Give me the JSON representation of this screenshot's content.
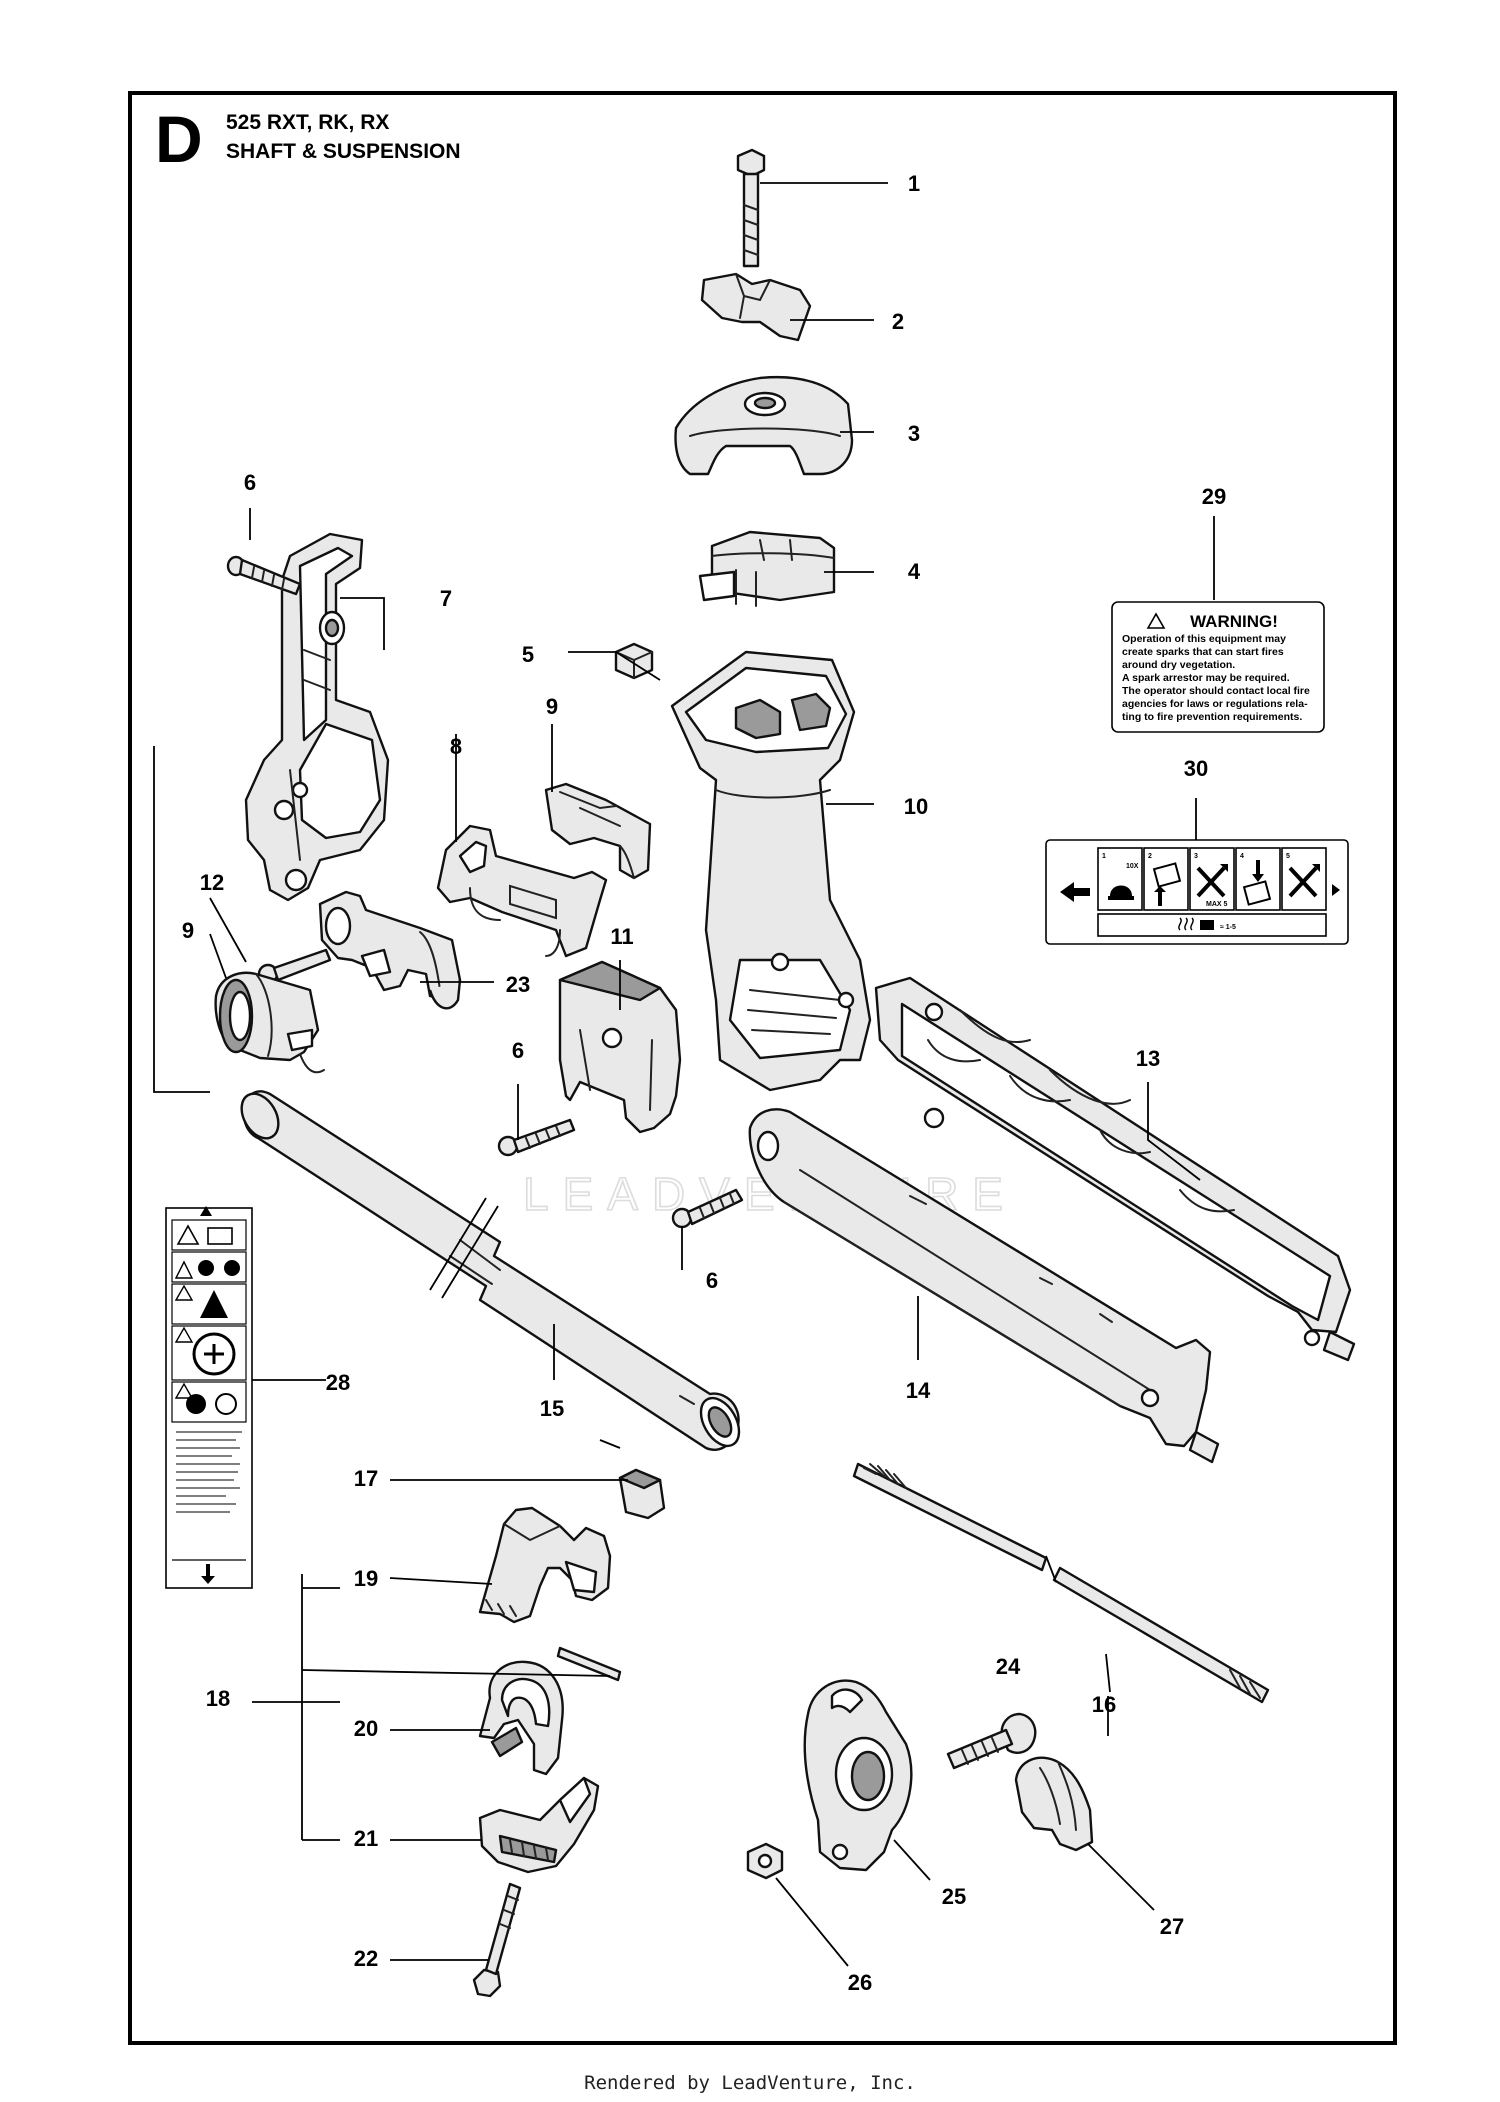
{
  "header": {
    "section_letter": "D",
    "model_line": "525 RXT, RK, RX",
    "section_title": "SHAFT & SUSPENSION"
  },
  "callouts": [
    "1",
    "2",
    "3",
    "4",
    "5",
    "6",
    "6",
    "6",
    "7",
    "8",
    "9",
    "9",
    "10",
    "11",
    "12",
    "13",
    "14",
    "15",
    "16",
    "17",
    "18",
    "19",
    "20",
    "21",
    "22",
    "23",
    "24",
    "25",
    "26",
    "27",
    "28",
    "29",
    "30"
  ],
  "labels": {
    "warning_29": {
      "title": "WARNING!",
      "lines": [
        "Operation of this equipment may",
        "create sparks that can start fires",
        "around dry vegetation.",
        "A spark arrestor may be required.",
        "The operator should contact local fire",
        "agencies for laws or regulations rela-",
        "ting to fire prevention requirements."
      ]
    },
    "start_30": {
      "steps": [
        "1",
        "2",
        "3",
        "4",
        "5"
      ],
      "step_notes": [
        "10X",
        "",
        "MAX 5",
        "",
        ""
      ],
      "bottom_note": "≈ 1-5"
    }
  },
  "watermark": "LEADVENTURE",
  "footer": "Rendered by LeadVenture, Inc."
}
